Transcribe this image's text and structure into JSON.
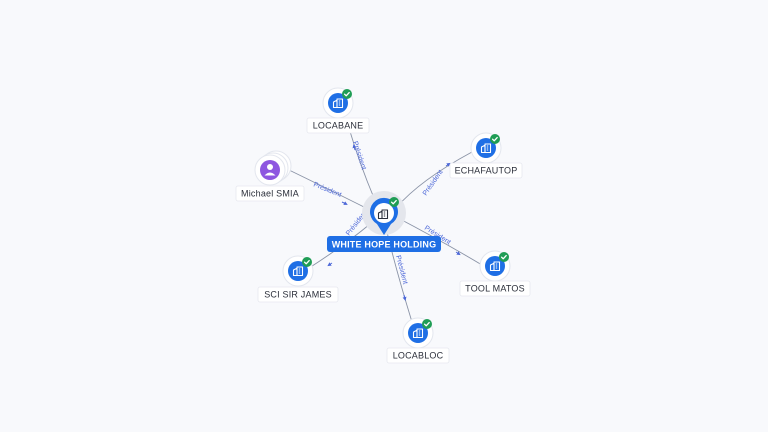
{
  "colors": {
    "company_icon": "#1f6fe5",
    "person_icon": "#8e56e0",
    "verified_badge": "#1f9d55",
    "center_label_bg": "#1f6fe5",
    "edge_label": "#4d68d8"
  },
  "center": {
    "label": "WHITE HOPE HOLDING",
    "icon": "building-icon",
    "verified": true
  },
  "nodes": [
    {
      "id": "locabane",
      "label": "LOCABANE",
      "type": "company",
      "icon": "building-icon",
      "verified": true
    },
    {
      "id": "echafautop",
      "label": "ECHAFAUTOP",
      "type": "company",
      "icon": "building-icon",
      "verified": true
    },
    {
      "id": "michael",
      "label": "Michael SMIA",
      "type": "person",
      "icon": "person-icon",
      "verified": false
    },
    {
      "id": "toolmatos",
      "label": "TOOL MATOS",
      "type": "company",
      "icon": "building-icon",
      "verified": true
    },
    {
      "id": "scisirjames",
      "label": "SCI SIR JAMES",
      "type": "company",
      "icon": "building-icon",
      "verified": true
    },
    {
      "id": "locabloc",
      "label": "LOCABLOC",
      "type": "company",
      "icon": "building-icon",
      "verified": true
    }
  ],
  "edges": [
    {
      "from": "center",
      "to": "locabane",
      "label": "Président"
    },
    {
      "from": "center",
      "to": "echafautop",
      "label": "Président"
    },
    {
      "from": "michael",
      "to": "center",
      "label": "Président"
    },
    {
      "from": "center",
      "to": "toolmatos",
      "label": "Président"
    },
    {
      "from": "center",
      "to": "scisirjames",
      "label": "Président"
    },
    {
      "from": "center",
      "to": "locabloc",
      "label": "Président"
    }
  ]
}
